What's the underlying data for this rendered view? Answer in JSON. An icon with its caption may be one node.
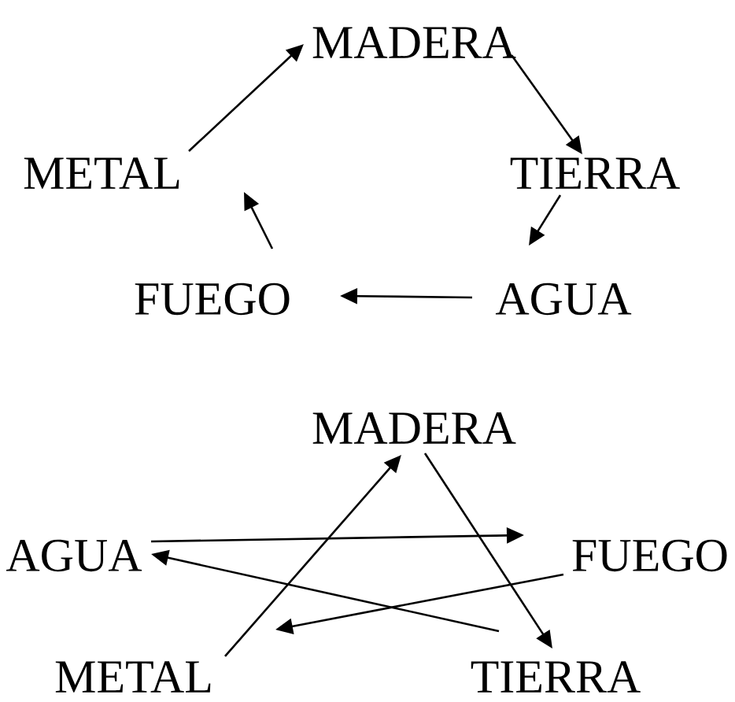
{
  "diagram": {
    "nodes": [
      {
        "text": [
          "MADERA"
        ]
      },
      {
        "text": [
          "METAL"
        ]
      },
      {
        "text": [
          "TIERRA"
        ]
      },
      {
        "text": [
          "FUEGO"
        ]
      },
      {
        "text": [
          "AGUA"
        ]
      },
      {
        "text": [
          "MADERA"
        ]
      },
      {
        "text": [
          "AGUA"
        ]
      },
      {
        "text": [
          "FUEGO"
        ]
      },
      {
        "text": [
          "METAL"
        ]
      },
      {
        "text": [
          "TIERRA"
        ]
      }
    ],
    "edges": [
      {
        "from": 1,
        "to": 0,
        "arrow": "to"
      },
      {
        "from": 0,
        "to": 2,
        "arrow": "to"
      },
      {
        "from": 2,
        "to": 4,
        "arrow": "to"
      },
      {
        "from": 4,
        "to": 3,
        "arrow": "to"
      },
      {
        "from": 3,
        "to": 1,
        "arrow": "to"
      },
      {
        "from": 8,
        "to": 5,
        "arrow": "to"
      },
      {
        "from": 5,
        "to": 9,
        "arrow": "to"
      },
      {
        "from": 6,
        "to": 7,
        "arrow": "to"
      },
      {
        "from": 9,
        "to": 6,
        "arrow": "to"
      },
      {
        "from": 7,
        "to": 8,
        "arrow": "to"
      }
    ]
  }
}
